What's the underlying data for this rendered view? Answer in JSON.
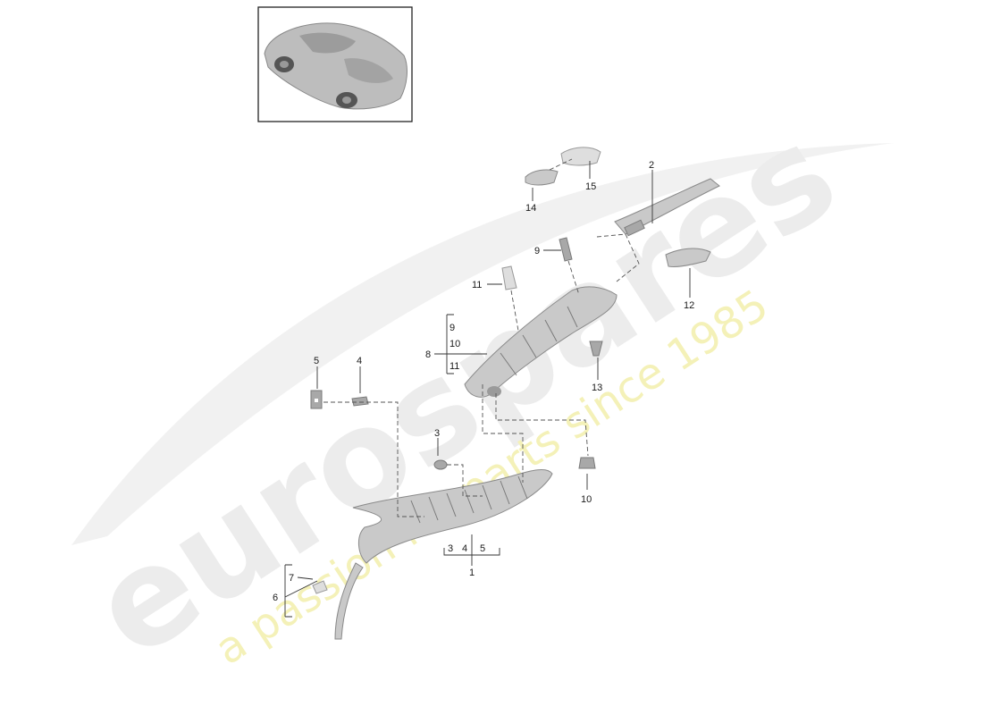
{
  "watermark": {
    "brand": "eurospares",
    "tagline": "a passion for parts since 1985"
  },
  "thumbnail": {
    "icon": "car-thumbnail-icon"
  },
  "callouts": {
    "c1": "1",
    "c2": "2",
    "c3": "3",
    "c4": "4",
    "c5": "5",
    "c6": "6",
    "c7": "7",
    "c8": "8",
    "c9": "9",
    "c10": "10",
    "c11": "11",
    "c12": "12",
    "c13": "13",
    "c14": "14",
    "c15": "15",
    "group8": [
      "9",
      "10",
      "11"
    ],
    "group1": [
      "3",
      "4",
      "5"
    ]
  },
  "colors": {
    "part": "#c9c9c9",
    "watermark_text": "#ececec",
    "watermark_tagline": "#f4f1b8"
  }
}
